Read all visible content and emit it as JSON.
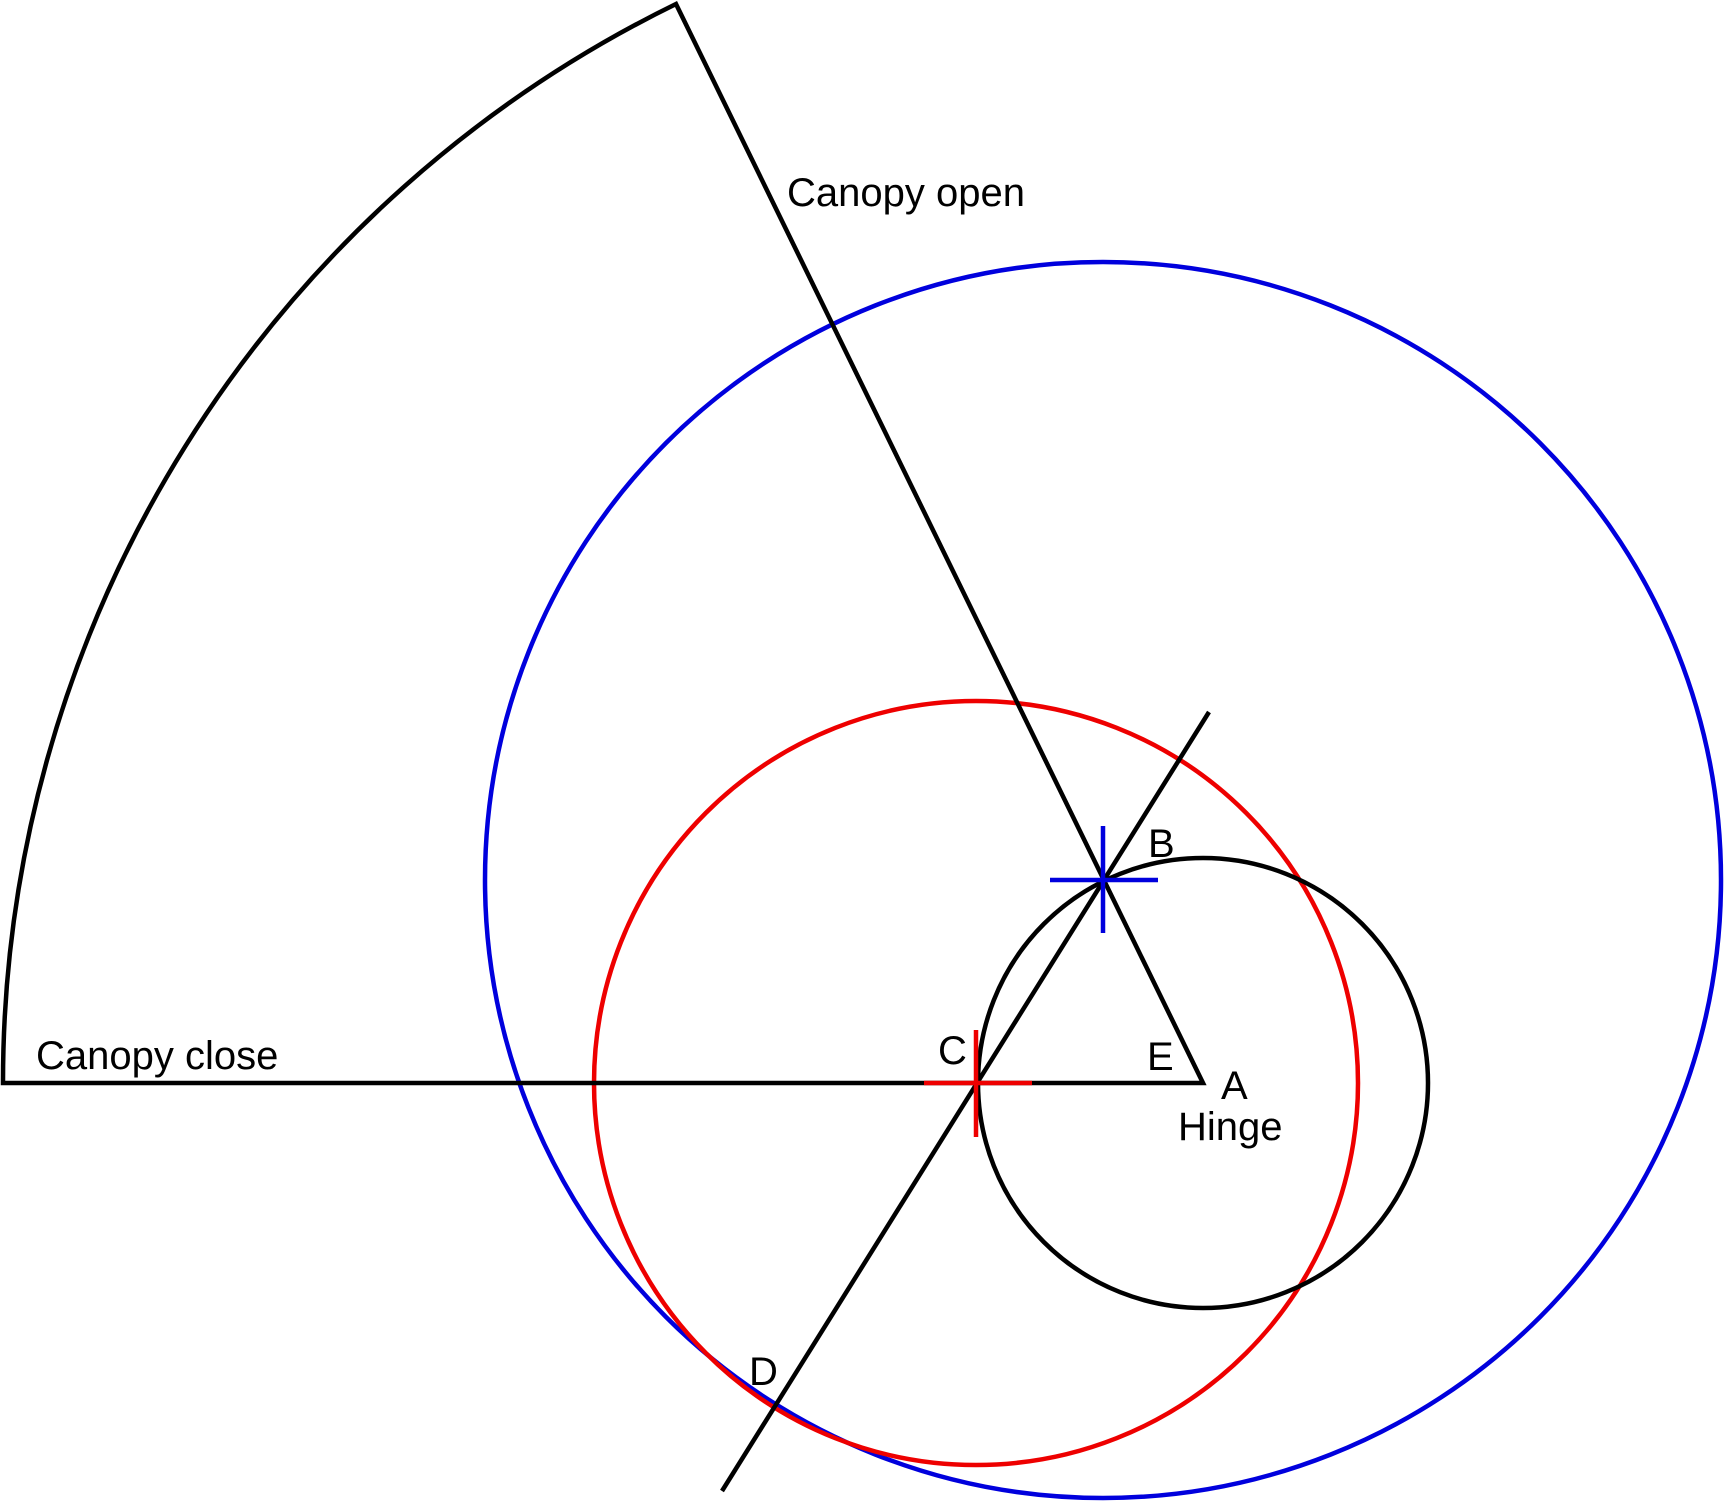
{
  "labels": {
    "canopy_open": "Canopy open",
    "canopy_close": "Canopy close",
    "point_a": "A",
    "hinge": "Hinge",
    "point_b": "B",
    "point_c": "C",
    "point_d": "D",
    "point_e": "E"
  },
  "colors": {
    "lines": "#000000",
    "red_circle": "#ee0000",
    "blue_circle": "#0000dd",
    "background": "#ffffff"
  }
}
